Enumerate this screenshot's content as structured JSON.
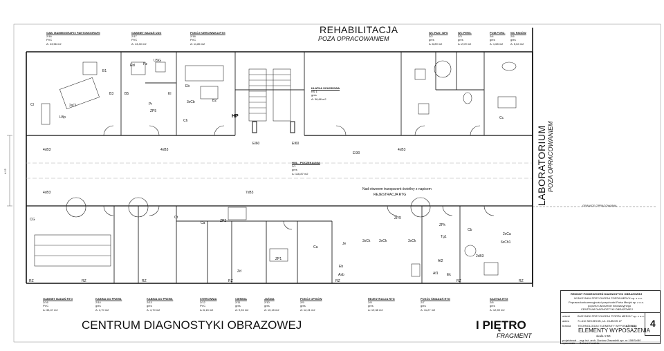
{
  "header": {
    "rehab_title": "REHABILITACJA",
    "rehab_sub": "POZA OPRACOWANIEM",
    "lab_title": "LABORATORIUM",
    "lab_sub": "POZA OPRACOWANIEM",
    "centrum": "CENTRUM DIAGNOSTYKI OBRAZOWEJ",
    "floor": "I PIĘTRO",
    "fragment": "FRAGMENT",
    "granice": "GRANICE OPRACOWANIA",
    "dim_left": "4.12"
  },
  "rooms_top": [
    {
      "name": "GAB. MAMMOGRAFII I PANTOMOGRAFII",
      "no": "2/16",
      "floor": "PVC",
      "area": "A: 23,56 m2"
    },
    {
      "name": "GABINET BADAŃ USG",
      "no": "2/17",
      "floor": "PVC",
      "area": "A: 13,40 m2"
    },
    {
      "name": "POKÓJ KIEROWNIKA RTG",
      "no": "2/18",
      "floor": "PVC",
      "area": "A: 11,86 m2"
    },
    {
      "name": "WC PAN / NPS",
      "no": "2/2",
      "floor": "gres",
      "area": "A: 6,89 m2"
    },
    {
      "name": "WC PERS.",
      "no": "2/3",
      "floor": "gres",
      "area": "A: 2,09 m2"
    },
    {
      "name": "POM.PORZ.",
      "no": "2/4",
      "floor": "gres",
      "area": "A: 1,68 m2"
    },
    {
      "name": "WC PANÓW",
      "no": "2/5",
      "floor": "gres",
      "area": "A: 5,64 m2"
    }
  ],
  "rooms_bottom": [
    {
      "name": "GABINET BADAŃ RTG",
      "no": "2/16",
      "floor": "PVC",
      "area": "A: 33,47 m2"
    },
    {
      "name": "KABINA DO PRZEB.",
      "no": "2/14",
      "floor": "gres",
      "area": "A: 4,70 m2"
    },
    {
      "name": "KABINA DO PRZEB.",
      "no": "2/13",
      "floor": "gres",
      "area": "A: 4,70 m2"
    },
    {
      "name": "STEROWNIA",
      "no": "2/12",
      "floor": "PVC",
      "area": "A: 6,15 m2"
    },
    {
      "name": "CIEMNIA",
      "no": "2/11",
      "floor": "gres",
      "area": "A: 9,94 m2"
    },
    {
      "name": "JAŚNIA",
      "no": "2/10",
      "floor": "gres",
      "area": "A: 10,15 m2"
    },
    {
      "name": "POKÓJ OPISÓW",
      "no": "2/9",
      "floor": "gres",
      "area": "A: 12,21 m2"
    },
    {
      "name": "REJESTRACJA RTG",
      "no": "2/8",
      "floor": "gres",
      "area": "A: 19,38 m2"
    },
    {
      "name": "POKÓJ ŚNIADAŃ RTG",
      "no": "2/7",
      "floor": "gres",
      "area": "A: 11,27 m2"
    },
    {
      "name": "SZATNIA RTG",
      "no": "2/6",
      "floor": "gres",
      "area": "A: 12,59 m2"
    }
  ],
  "rooms_mid": {
    "stair": {
      "name": "KLATKA SCHODOWA",
      "no": "KS 1",
      "floor": "gres",
      "area": "A: 36,68 m2"
    },
    "hall": {
      "name": "HOL - POCZEKALNIA",
      "no": "2/1",
      "floor": "gres",
      "area": "A: 116,87 m2"
    },
    "note1": "Nad otworem transparent świetlny z napisem",
    "note2": "REJESTRACJA RTG"
  },
  "equipment": [
    "B1",
    "B3",
    "B5",
    "Ebl",
    "Pz",
    "USG",
    "Eb",
    "Kl",
    "Pr",
    "ZP5",
    "2xCl",
    "LBp",
    "3xCb",
    "HP",
    "Ch",
    "B2",
    "Cl",
    "4xB3",
    "EI30",
    "EI60",
    "7xB3",
    "CG",
    "ZP2",
    "ZP1",
    "Zd",
    "Ca",
    "Je",
    "Eb",
    "Ct",
    "Cc",
    "ZPk",
    "Tg1",
    "Af2",
    "2xB3",
    "Af1",
    "Ek",
    "2xCa",
    "6xCh1",
    "ZPR",
    "3xCk",
    "Cb",
    "Asb",
    "RZ"
  ],
  "title_block": {
    "project": "REMONT POMIESZCZEŃ DIAGNOSTYKI OBRAZOWEJ",
    "building": "W BUDYNKU PRZYCHODNI PORTA MEDYK sp. z o.o.",
    "line3": "Poprawa konkurencyjności przychodni Porta Medyk sp. z o.o.",
    "line4": "poprzez utworzenie innowacyjnego",
    "line5": "CENTRUM DIAGNOSTYKI OBRAZOWEJ",
    "obiekt_label": "obiekt",
    "obiekt": "BUDYNEK PRZYCHODNI \"PORTA MEDYK\" sp. z o.o.",
    "adres_label": "adres",
    "adres": "71-610 SZCZECIN, UL. DUBOIS 27",
    "branza_label": "branża",
    "branza": "TECHNOLOGIA / ELEMENTY WYPOSAŻENIA",
    "date": "07. 2013",
    "drawing": "ELEMENTY WYPOSAŻENIA",
    "scale": "skala 1:50",
    "sheet_no": "4",
    "proj_label": "projektował",
    "proj": "mgr inż. arch. Dariusz Zawadzki upr. nr 108/Sz/80",
    "opr_label": "opracowała",
    "opr": "Barbara Kowalska"
  }
}
